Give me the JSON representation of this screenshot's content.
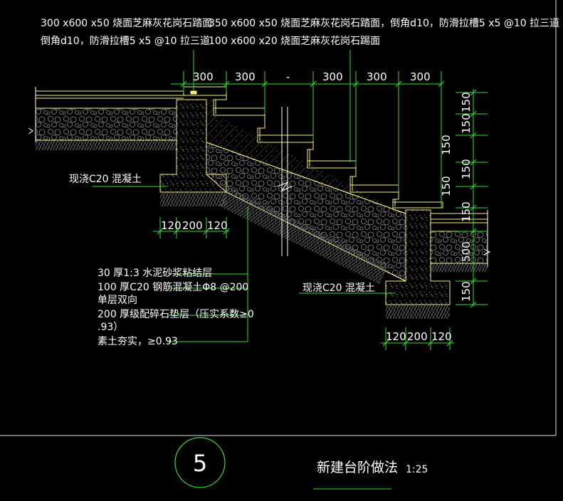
{
  "notes": {
    "left_line1": "300 x600 x50 烧面芝麻灰花岗石踏面",
    "left_line2": "倒角d10，防滑拉槽5 x5 @10 拉三道",
    "right_line1": "350 x600 x50 烧面芝麻灰花岗石踏面，倒角d10，防滑拉槽5 x5 @10 拉三道",
    "right_line2": "100 x600 x20 烧面芝麻灰花岗石踢面"
  },
  "top_dims": [
    "300",
    "300",
    "-",
    "300",
    "300",
    "300"
  ],
  "right_dims": [
    "150",
    "150",
    "150",
    "150",
    "150",
    "150",
    "500",
    "150"
  ],
  "bottom_dims_left": [
    "120",
    "200",
    "120"
  ],
  "bottom_dims_right": [
    "120",
    "200",
    "120"
  ],
  "labels": {
    "concrete_left": "现浇C20 混凝土",
    "concrete_right": "现浇C20 混凝土"
  },
  "layers": [
    "30 厚1:3 水泥砂浆粘结层",
    "100 厚C20 钢筋混凝土Φ8 @200",
    "单层双向",
    "200 厚级配碎石垫层（压实系数≥0",
    ".93）",
    "素土夯实，≥0.93"
  ],
  "footer": {
    "number": "5",
    "title": "新建台阶做法",
    "scale": "1:25"
  },
  "colors": {
    "background": "#000000",
    "outline": "#f5f07a",
    "dimension": "#2fe02f",
    "frame": "#e0e0e0",
    "text": "#ffffff",
    "fill_pattern": "#8a8a8a"
  }
}
